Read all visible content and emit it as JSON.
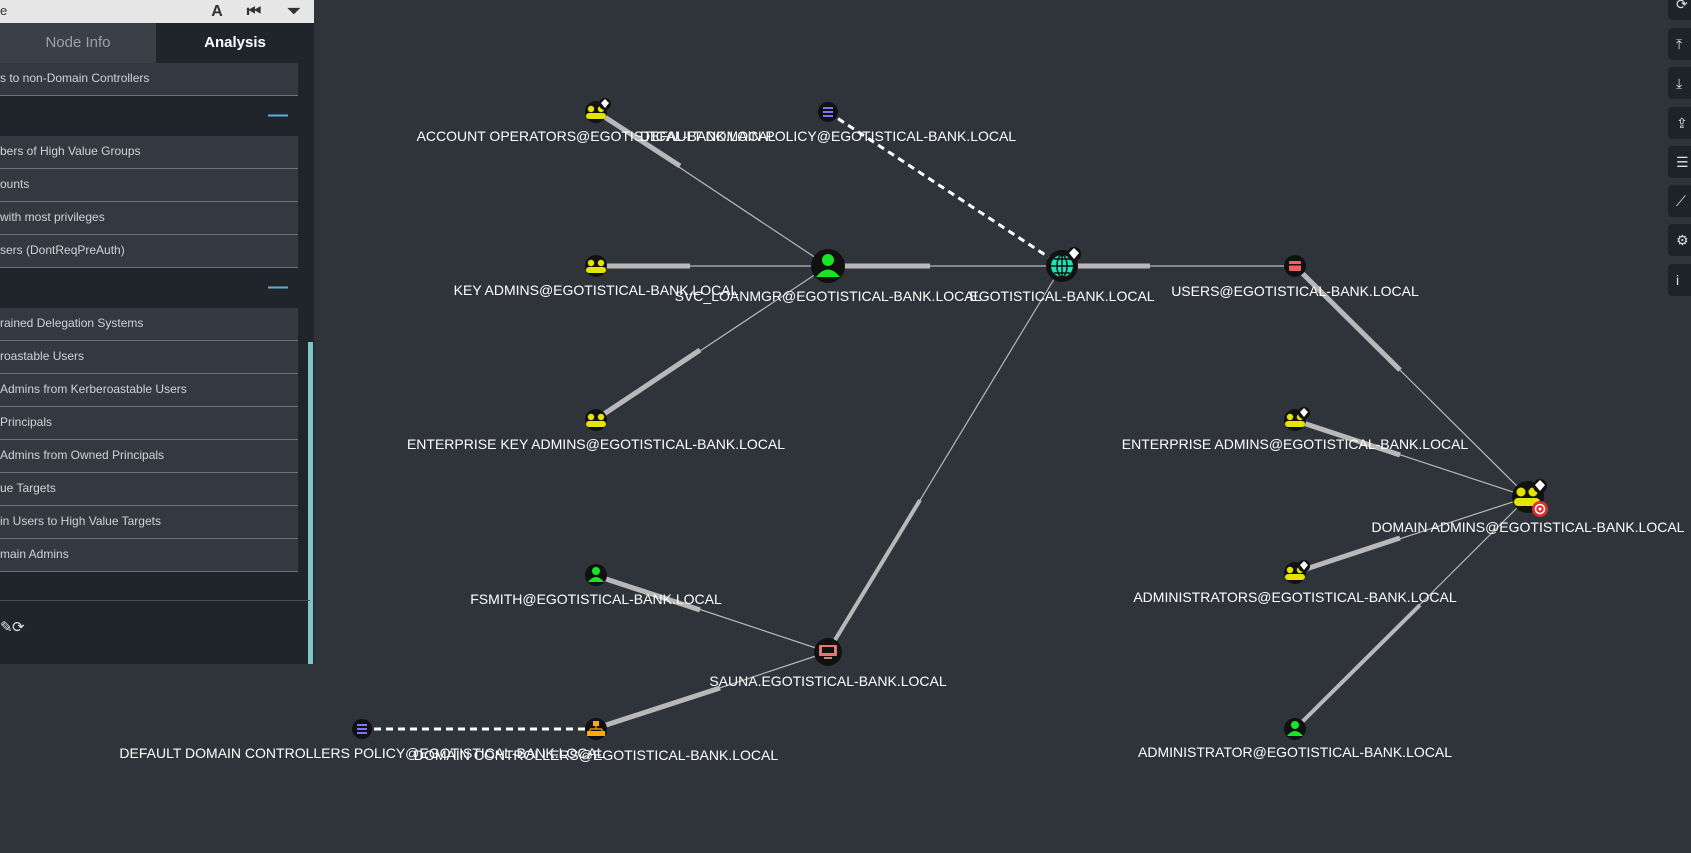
{
  "panel": {
    "title": "e",
    "tabs": {
      "node_info": "Node Info",
      "analysis": "Analysis"
    },
    "top_query": "s to non-Domain Controllers",
    "section1_items": [
      "bers of High Value Groups",
      "ounts",
      " with most privileges",
      "sers (DontReqPreAuth)"
    ],
    "section2_items": [
      "rained Delegation Systems",
      "roastable Users",
      "Admins from Kerberoastable Users",
      " Principals",
      "Admins from Owned Principals",
      "ue Targets",
      "in Users to High Value Targets",
      "main Admins"
    ],
    "collapse_symbol": "—"
  },
  "graph": {
    "nodes": {
      "account_operators": "ACCOUNT OPERATORS@EGOTISTICAL-BANK.LOCAL",
      "default_domain_policy": "DEFAULT DOMAIN POLICY@EGOTISTICAL-BANK.LOCAL",
      "key_admins": "KEY ADMINS@EGOTISTICAL-BANK.LOCAL",
      "svc_loanmgr": "SVC_LOANMGR@EGOTISTICAL-BANK.LOCAL",
      "domain": "EGOTISTICAL-BANK.LOCAL",
      "users": "USERS@EGOTISTICAL-BANK.LOCAL",
      "enterprise_key_admins": "ENTERPRISE KEY ADMINS@EGOTISTICAL-BANK.LOCAL",
      "enterprise_admins": "ENTERPRISE ADMINS@EGOTISTICAL-BANK.LOCAL",
      "domain_admins": "DOMAIN ADMINS@EGOTISTICAL-BANK.LOCAL",
      "administrators": "ADMINISTRATORS@EGOTISTICAL-BANK.LOCAL",
      "fsmith": "FSMITH@EGOTISTICAL-BANK.LOCAL",
      "sauna": "SAUNA.EGOTISTICAL-BANK.LOCAL",
      "default_dc_policy": "DEFAULT DOMAIN CONTROLLERS POLICY@EGOTISTICAL-BANK.LOCAL",
      "domain_controllers": "DOMAIN CONTROLLERS@EGOTISTICAL-BANK.LOCAL",
      "administrator": "ADMINISTRATOR@EGOTISTICAL-BANK.LOCAL"
    }
  },
  "colors": {
    "group": "#e4e400",
    "user": "#17e625",
    "domain": "#17e6b9",
    "computer": "#e67873",
    "gpo": "#7f72fd",
    "ou": "#ffaa00",
    "container": "#f25f5c",
    "edge": "#b8b8b8",
    "target": "#e02d2d"
  },
  "toolbar_icons": [
    "refresh-icon",
    "upload-icon",
    "download-icon",
    "export-icon",
    "list-icon",
    "chart-icon",
    "settings-icon",
    "info-icon"
  ]
}
